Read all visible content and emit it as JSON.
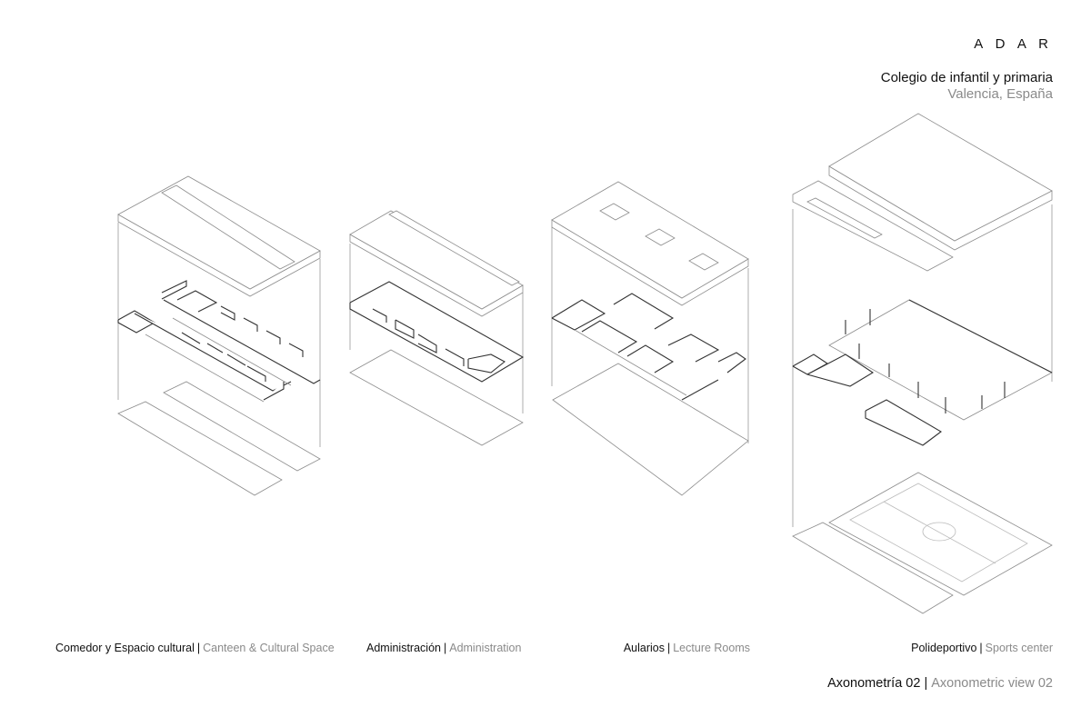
{
  "header": {
    "brand": "A D A R",
    "project_title": "Colegio de infantil y primaria",
    "location": "Valencia, España"
  },
  "captions": [
    {
      "es": "Comedor y Espacio cultural",
      "sep": "|",
      "en": "Canteen & Cultural Space"
    },
    {
      "es": "Administración",
      "sep": "|",
      "en": "Administration"
    },
    {
      "es": "Aularios",
      "sep": "|",
      "en": "Lecture Rooms"
    },
    {
      "es": "Polideportivo",
      "sep": "|",
      "en": "Sports center"
    }
  ],
  "footer": {
    "es": "Axonometría 02",
    "sep": "|",
    "en": "Axonometric view 02"
  }
}
